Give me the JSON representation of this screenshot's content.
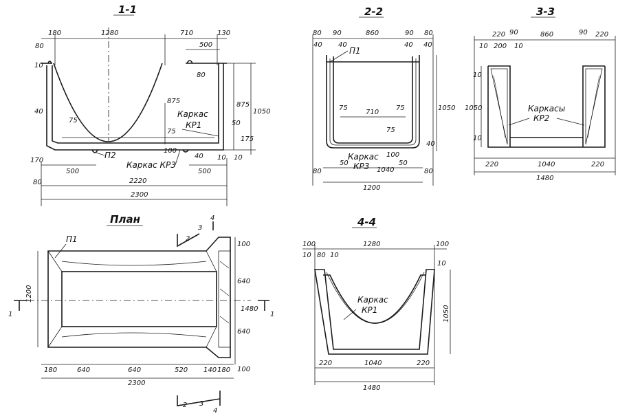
{
  "titles": {
    "s11": "1-1",
    "s22": "2-2",
    "s33": "3-3",
    "plan": "План",
    "s44": "4-4"
  },
  "labels": {
    "karkas": "Каркас",
    "kp1": "КР1",
    "kp2": "КР2",
    "kp3": "КР3",
    "karkas_kp3": "Каркас КР3",
    "karkasy": "Каркасы",
    "p1": "П1",
    "p2": "П2",
    "cut1": "1",
    "cut2": "2",
    "cut3": "3",
    "cut4": "4"
  },
  "dims": {
    "s11": {
      "top": [
        "180",
        "1280",
        "710",
        "130"
      ],
      "d500": "500",
      "d80": "80",
      "d80b": "80",
      "d10": "10",
      "d40": "40",
      "d75": "75",
      "d875": "875",
      "d875r": "875",
      "d1050": "1050",
      "d50": "50",
      "d175": "175",
      "d75b": "75",
      "d100": "100",
      "d40b": "40",
      "d10b": "10",
      "d170": "170",
      "d80c": "80",
      "d500b": "500",
      "d500c": "500",
      "d10c": "10",
      "len": "2220",
      "total": "2300"
    },
    "s22": {
      "top": [
        "80",
        "90",
        "860",
        "90",
        "80"
      ],
      "d40a": "40",
      "d40b": "40",
      "d40c": "40",
      "d40d": "40",
      "d75a": "75",
      "d710": "710",
      "d75b": "75",
      "d75c": "75",
      "d1050": "1050",
      "d100": "100",
      "d50a": "50",
      "d1040": "1040",
      "d50b": "50",
      "d80a": "80",
      "d80b": "80",
      "d40e": "40",
      "width": "1200"
    },
    "s33": {
      "top": [
        "220",
        "90",
        "860",
        "90",
        "220"
      ],
      "d10a": "10",
      "d200": "200",
      "d10b": "10",
      "d10c": "10",
      "d1050": "1050",
      "d10d": "10",
      "bottom": [
        "220",
        "1040",
        "220"
      ],
      "total": "1480"
    },
    "plan": {
      "d100a": "100",
      "d640a": "640",
      "d1480": "1480",
      "d640b": "640",
      "d100b": "100",
      "d1200": "1200",
      "bottom": [
        "180",
        "640",
        "640",
        "520",
        "140",
        "180"
      ],
      "total": "2300"
    },
    "s44": {
      "top": [
        "100",
        "1280",
        "100"
      ],
      "d10a": "10",
      "d80": "80",
      "d10b": "10",
      "d10c": "10",
      "d1050": "1050",
      "bottom": [
        "220",
        "1040",
        "220"
      ],
      "total": "1480"
    }
  }
}
